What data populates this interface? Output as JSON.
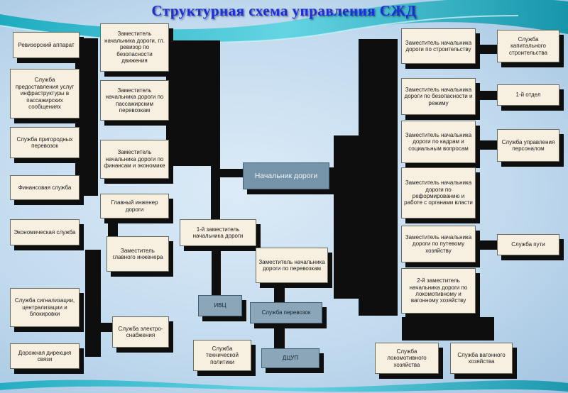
{
  "title": "Структурная  схема управления СЖД",
  "palette": {
    "box_fill": "#f7efdf",
    "steel_fill": "#8ba6b9",
    "shadow_black": "#0e0e0e",
    "title_blue": "#1b2fd6",
    "wave_teal": "#17a9bd"
  },
  "nodes": {
    "revizorsky": {
      "label": "Ревизорский аппарат"
    },
    "uslugi_infrastruktury": {
      "label": "Служба предоставления услуг инфраструктуры в пассажирских сообщениях"
    },
    "prigorodnye": {
      "label": "Служба пригородных перевозок"
    },
    "finansovaya": {
      "label": "Финансовая служба"
    },
    "ekonomicheskaya": {
      "label": "Экономическая служба"
    },
    "signalizatsii": {
      "label": "Служба сигнализации, централизации и блокировки"
    },
    "dorozhnaya_svyazi": {
      "label": "Дорожная дирекция связи"
    },
    "zam_revizor": {
      "label": "Заместитель начальника дороги, гл. ревизор по безопасности движения"
    },
    "zam_passazhirskim": {
      "label": "Заместитель начальника дороги по пассажирским перевозкам"
    },
    "zam_finansam": {
      "label": "Заместитель начальника дороги по финансам и экономике"
    },
    "glavny_inzhener": {
      "label": "Главный инженер дороги"
    },
    "zam_glav_inzhenera": {
      "label": "Заместитель главного инженера"
    },
    "elektrosnabzheniya": {
      "label": "Служба электро-снабжения"
    },
    "first_zam": {
      "label": "1-й заместитель начальника дороги"
    },
    "ivc": {
      "label": "ИВЦ"
    },
    "tekh_politiki": {
      "label": "Служба технической политики"
    },
    "nachalnik": {
      "label": "Начальник дороги"
    },
    "zam_perevozkam": {
      "label": "Заместитель начальника дороги по перевозкам"
    },
    "sluzhba_perevozok": {
      "label": "Служба перевозок"
    },
    "dcup": {
      "label": "ДЦУП"
    },
    "zam_stroitelstvu": {
      "label": "Заместитель начальника дороги по строительству"
    },
    "zam_bezopasnosti": {
      "label": "Заместитель начальника дороги по безопасности и режиму"
    },
    "zam_kadram": {
      "label": "Заместитель начальника дороги по кадрам и социальным вопросам"
    },
    "zam_reformirovaniyu": {
      "label": "Заместитель начальника дороги по реформированию и работе с органами власти"
    },
    "zam_putevomu": {
      "label": "Заместитель начальника дороги по путевому хозяйству"
    },
    "second_zam": {
      "label": "2-й заместитель начальника дороги по локомотивному и вагонному хозяйству"
    },
    "lokomotivnogo": {
      "label": "Служба локомотивного хозяйства"
    },
    "vagonnogo": {
      "label": "Служба вагонного хозяйства"
    },
    "kapstroitelstva": {
      "label": "Служба капитального строительства"
    },
    "perviy_otdel": {
      "label": "1-й отдел"
    },
    "upr_personalom": {
      "label": "Служба управления персоналом"
    },
    "sluzhba_puti": {
      "label": "Служба пути"
    }
  }
}
